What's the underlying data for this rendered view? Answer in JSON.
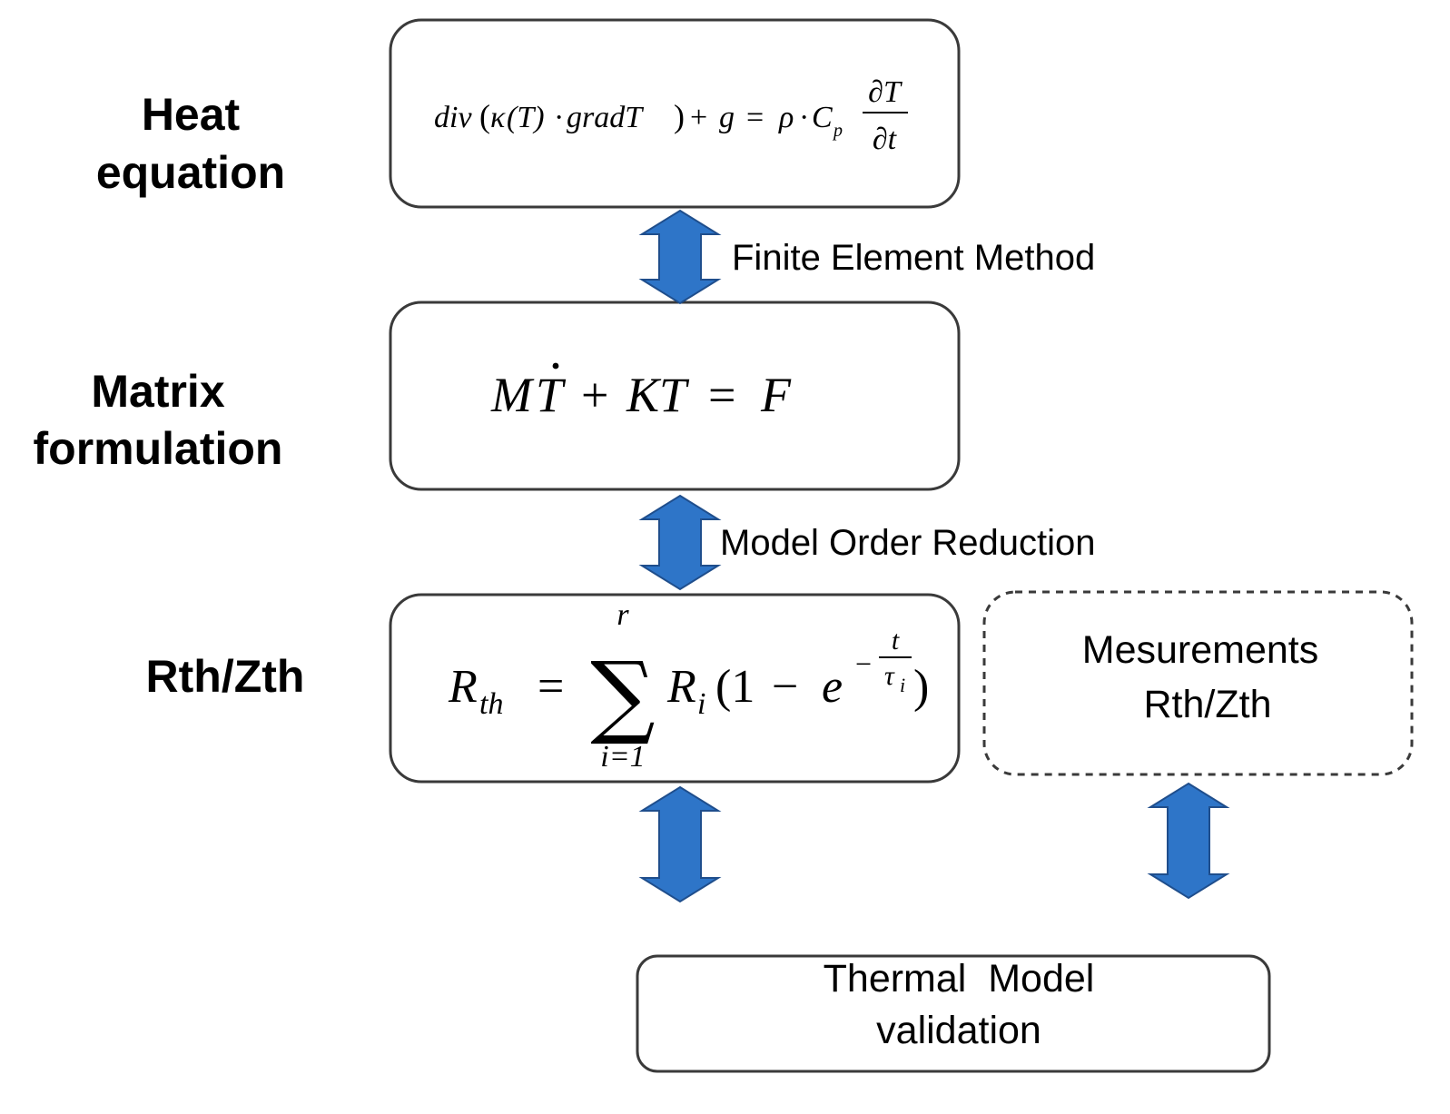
{
  "colors": {
    "arrow_fill": "#2e75c8",
    "arrow_stroke": "#1f4e8c",
    "box_stroke": "#3a3a3a",
    "text": "#000000"
  },
  "stages": {
    "heat": {
      "line1": "Heat",
      "line2": "equation"
    },
    "matrix": {
      "line1": "Matrix",
      "line2": "formulation"
    },
    "rth": {
      "label": "Rth/Zth"
    }
  },
  "methods": {
    "fem": "Finite Element Method",
    "mor": "Model Order Reduction"
  },
  "equations": {
    "heat": {
      "div": "div",
      "open": "(",
      "kappa": "κ",
      "T_arg": "(T)",
      "dot": "·",
      "grad": "gradT",
      "close": ")",
      "plus": "+",
      "g": "g",
      "eq": "=",
      "rho": "ρ",
      "C": "C",
      "p": "p",
      "num": "∂T",
      "den": "∂t"
    },
    "matrix": {
      "M": "M",
      "Tdot": "T",
      "dot_accent": "˙",
      "plus": "+",
      "KT": "KT",
      "eq": "=",
      "F": "F"
    },
    "rth": {
      "R": "R",
      "th": "th",
      "eq": "=",
      "sum": "∑",
      "upper": "r",
      "lower": "i=1",
      "Ri": "R",
      "i": "i",
      "open": "(1",
      "minus": "−",
      "e": "e",
      "exp_minus": "−",
      "exp_num": "t",
      "exp_den_tau": "τ",
      "exp_den_i": "i",
      "close": ")"
    }
  },
  "measurements": {
    "line1": "Mesurements",
    "line2": "Rth/Zth"
  },
  "validation": {
    "line1": "Thermal  Model",
    "line2": "validation"
  }
}
